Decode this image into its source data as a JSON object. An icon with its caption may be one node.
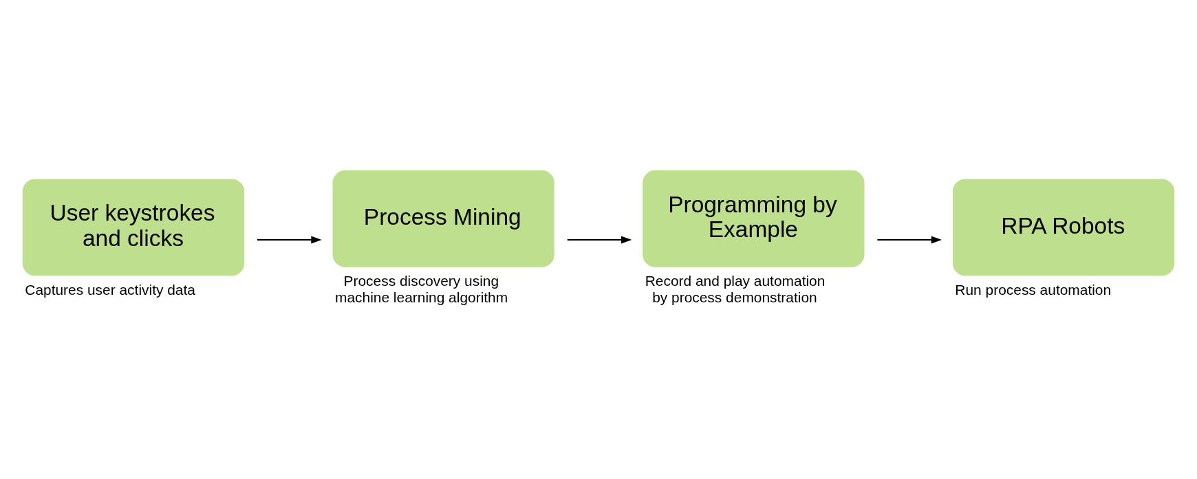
{
  "diagram": {
    "nodes": [
      {
        "text": [
          "User keystrokes and clicks"
        ],
        "beside": [
          "Captures user activity data"
        ]
      },
      {
        "text": [
          "Process Mining"
        ],
        "beside": [
          "Process discovery using machine learning algorithm"
        ]
      },
      {
        "text": [
          "Programming by Example"
        ],
        "beside": [
          "Record and play automation by process demonstration"
        ]
      },
      {
        "text": [
          "RPA Robots"
        ],
        "beside": [
          "Run process automation"
        ]
      }
    ],
    "edges": [
      {
        "from": 0,
        "to": 1,
        "arrow": "to"
      },
      {
        "from": 1,
        "to": 2,
        "arrow": "to"
      },
      {
        "from": 2,
        "to": 3,
        "arrow": "to"
      }
    ]
  }
}
